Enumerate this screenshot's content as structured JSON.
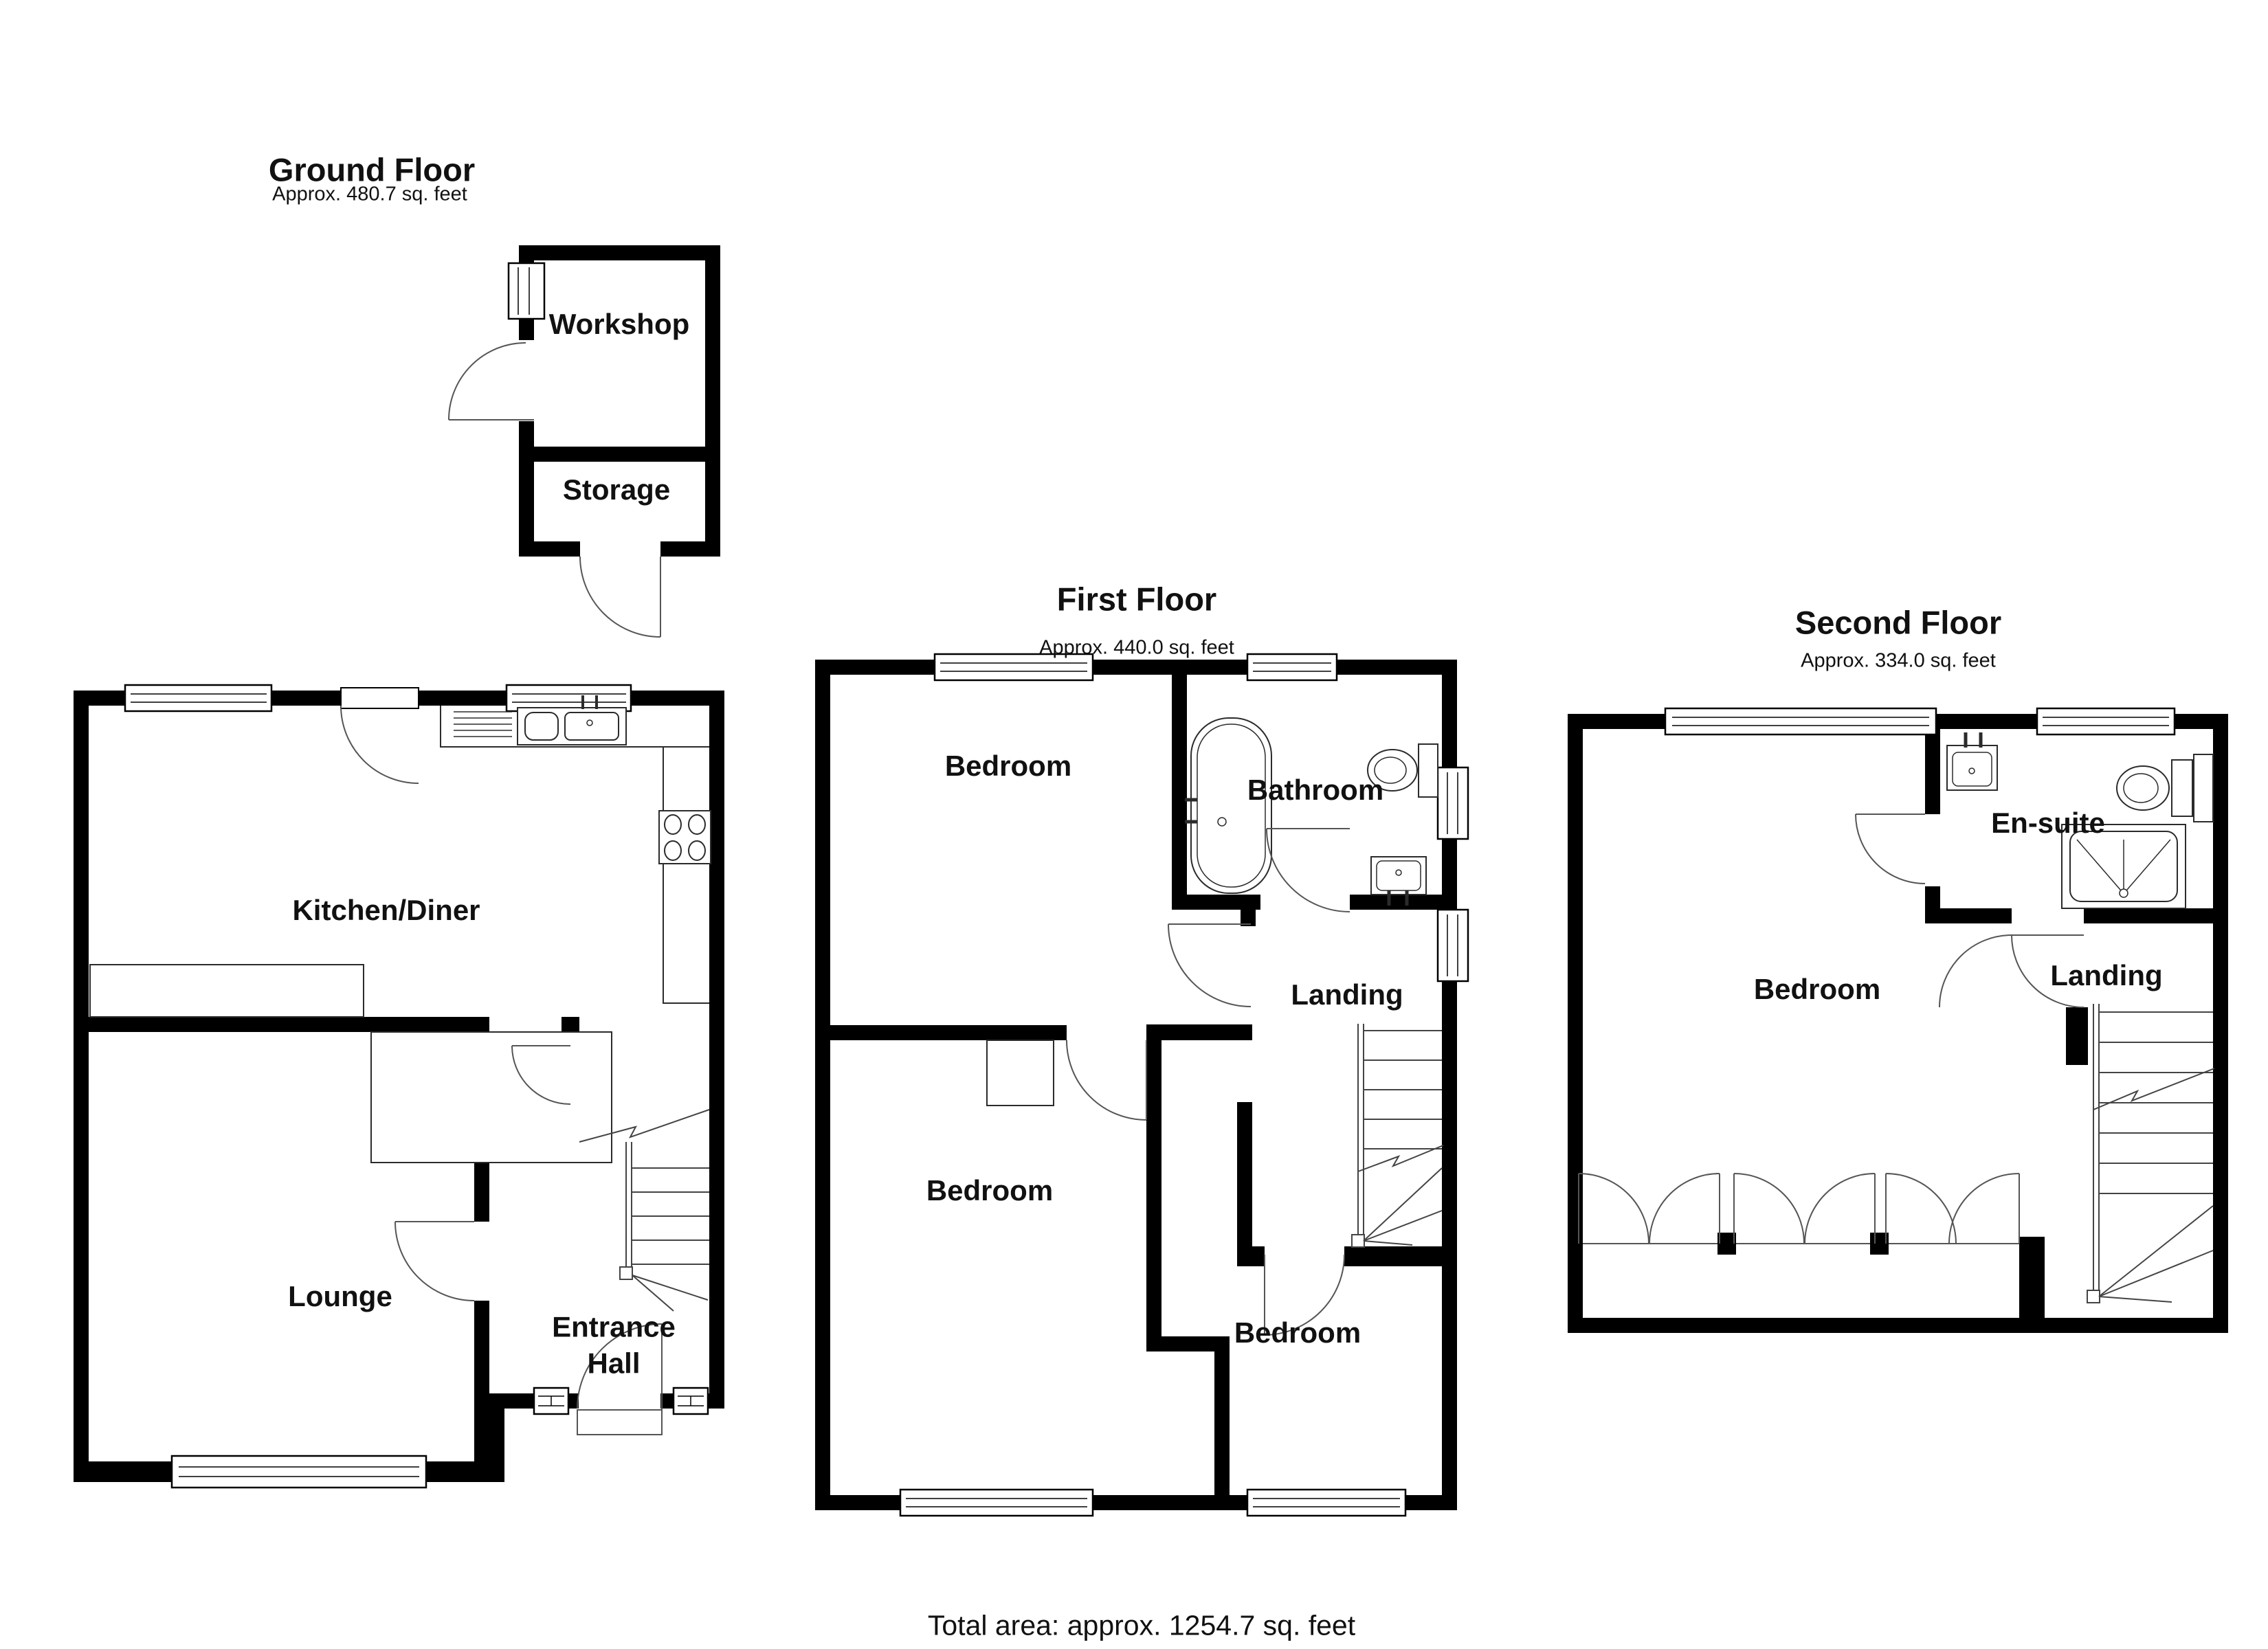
{
  "document_type": "floorplan",
  "colors": {
    "wall": "#000000",
    "line": "#3d3d3d",
    "background": "#ffffff"
  },
  "total_area": "Total area: approx. 1254.7 sq. feet",
  "floors": [
    {
      "title": "Ground Floor",
      "area": "Approx. 480.7 sq. feet",
      "rooms": {
        "workshop": "Workshop",
        "storage": "Storage",
        "kitchen": "Kitchen/Diner",
        "lounge": "Lounge",
        "hall": "Entrance Hall"
      }
    },
    {
      "title": "First Floor",
      "area": "Approx. 440.0 sq. feet",
      "rooms": {
        "bedroom1": "Bedroom",
        "bathroom": "Bathroom",
        "landing": "Landing",
        "bedroom2": "Bedroom",
        "bedroom3": "Bedroom"
      }
    },
    {
      "title": "Second Floor",
      "area": "Approx. 334.0 sq. feet",
      "rooms": {
        "bedroom": "Bedroom",
        "ensuite": "En-suite",
        "landing": "Landing"
      }
    }
  ]
}
